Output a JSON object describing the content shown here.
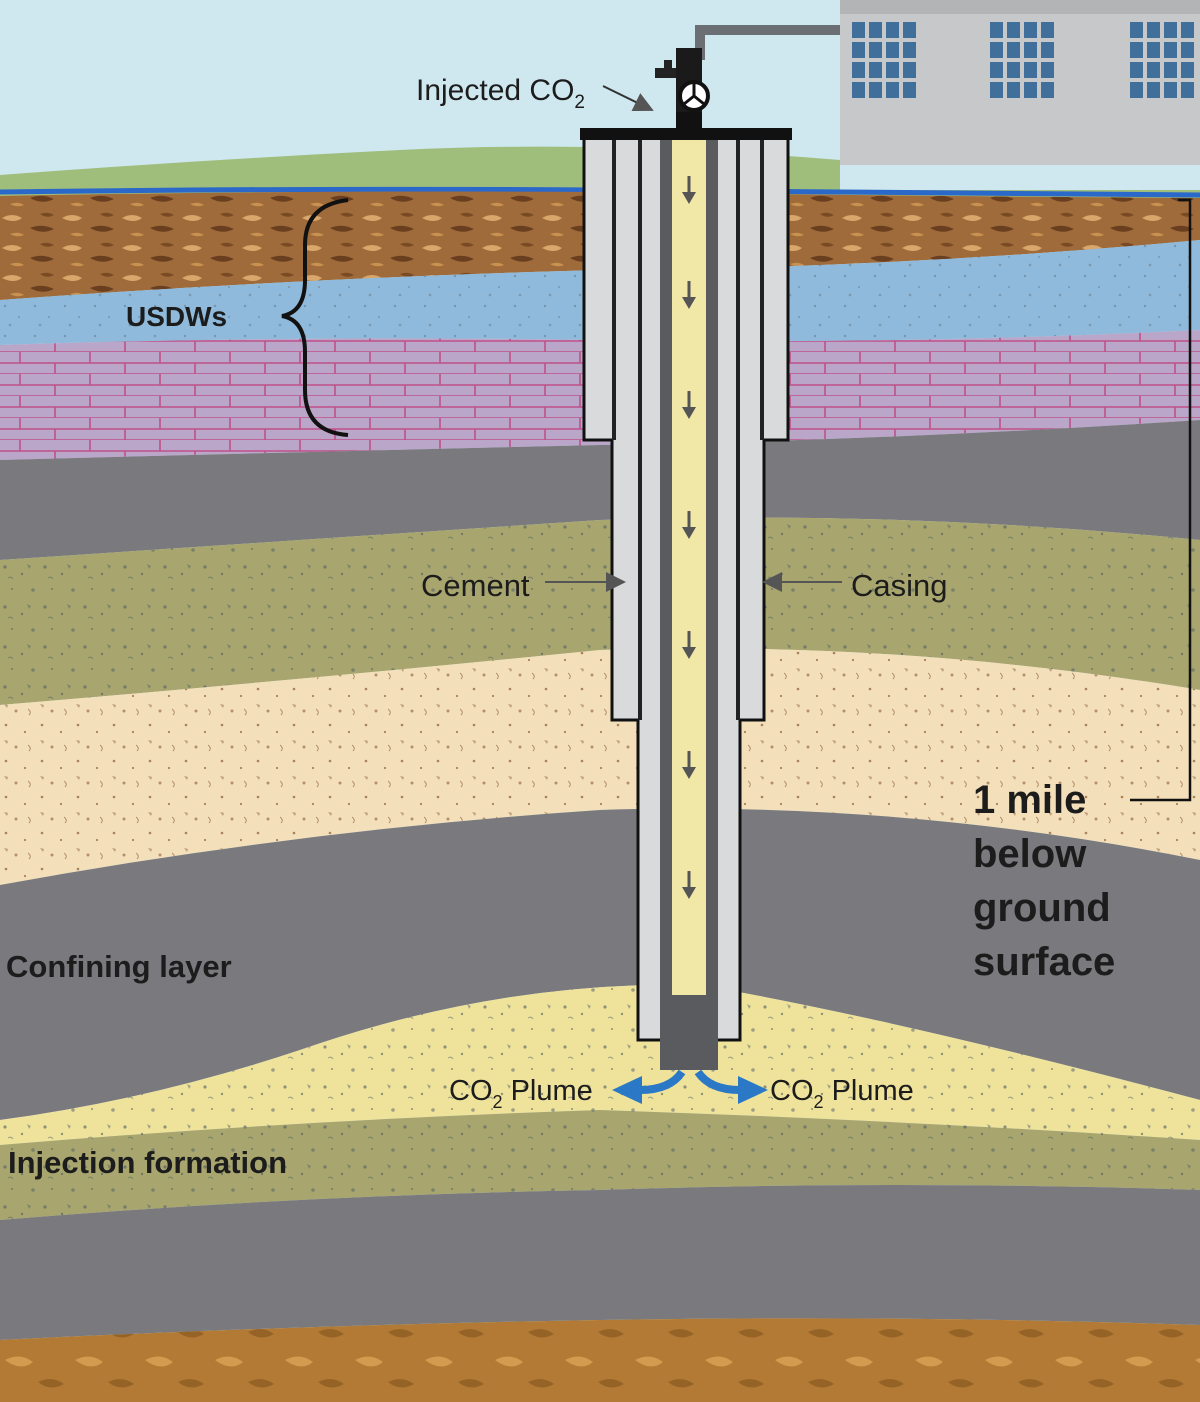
{
  "labels": {
    "injected": "Injected CO",
    "injected_sub": "2",
    "usdws": "USDWs",
    "cement": "Cement",
    "casing": "Casing",
    "confining_layer": "Confining layer",
    "injection_formation": "Injection formation",
    "plume_left_pre": "CO",
    "plume_left_sub": "2",
    "plume_left_post": " Plume",
    "plume_right_pre": "CO",
    "plume_right_sub": "2",
    "plume_right_post": " Plume",
    "depth_line1": "1 mile",
    "depth_line2": "below",
    "depth_line3": "ground",
    "depth_line4": "surface"
  },
  "colors": {
    "sky": "#cfe7ee",
    "grass": "#9fbd7b",
    "water_line": "#2a68c9",
    "topsoil": "#a06b3a",
    "aquifer_blue": "#8fbadb",
    "purple_rock": "#b9a6c8",
    "shale_gray": "#7a7a7e",
    "olive_sand": "#a8a66e",
    "tan_sand": "#f3dfba",
    "yellow_sand": "#efe39c",
    "bottom_soil": "#b27a34",
    "cement": "#d9dadb",
    "tubing": "#f1e7a6",
    "building": "#c7c8ca",
    "plume_arrow": "#2a78c6"
  },
  "icons": [
    "valve-icon",
    "flow-arrow-icon",
    "plume-arrow-icon",
    "brace-icon"
  ]
}
